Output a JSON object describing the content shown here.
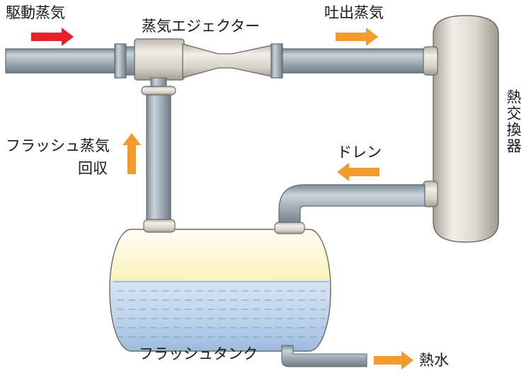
{
  "labels": {
    "motive_steam": "駆動蒸気",
    "steam_ejector": "蒸気エジェクター",
    "discharge_steam": "吐出蒸気",
    "heat_exchanger": "熱交換器",
    "drain": "ドレン",
    "flash_steam_line1": "フラッシュ蒸気",
    "flash_steam_line2": "回収",
    "flash_tank": "フラッシュタンク",
    "hot_water": "熱水"
  },
  "colors": {
    "arrow_red": "#e8202a",
    "arrow_orange": "#f39a2c",
    "pipe_fill": "#a7b4bd",
    "vessel_fill": "#e4e1da",
    "steam_fill": "#fbf0b2",
    "water_fill": "#b8d0ea"
  }
}
